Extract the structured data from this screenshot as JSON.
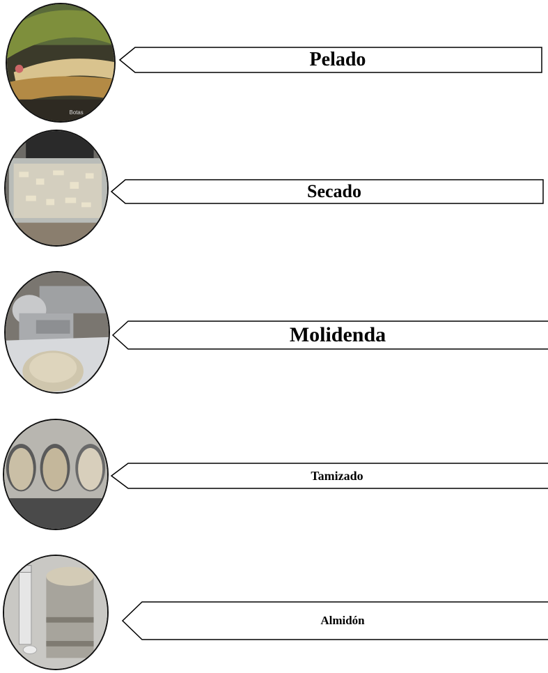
{
  "steps": [
    {
      "label": "Pelado",
      "photo": "peeled-plantain-photo",
      "watermark": "Botas"
    },
    {
      "label": "Secado",
      "photo": "drying-tray-photo"
    },
    {
      "label": "Molidenda",
      "photo": "grinding-mill-photo"
    },
    {
      "label": "Tamizado",
      "photo": "sieves-photo"
    },
    {
      "label": "Almidón",
      "photo": "starch-container-photo"
    }
  ],
  "colors": {
    "outline": "#000000",
    "background": "#ffffff"
  }
}
